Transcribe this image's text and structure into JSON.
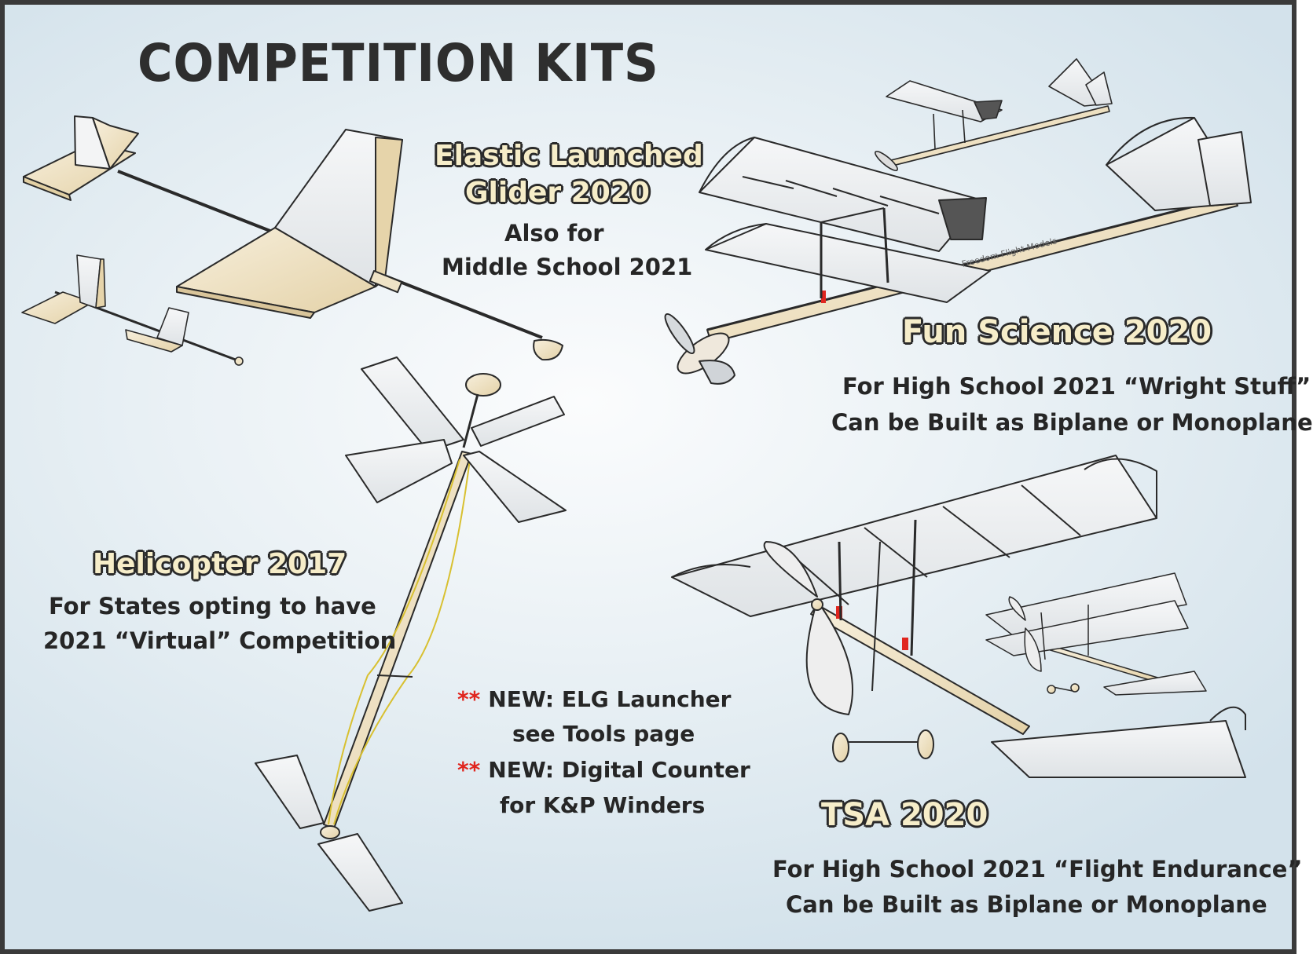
{
  "page": {
    "title": "COMPETITION KITS",
    "colors": {
      "frame": "#3a3a3a",
      "balsa": "#efe3c6",
      "tissue": "#f2f4f5",
      "outline": "#2a2a2a",
      "title_fill": "#f6edc9",
      "accent_red": "#e0261f",
      "rubber": "#d8c030"
    }
  },
  "kits": {
    "elg": {
      "title_line1": "Elastic Launched",
      "title_line2": "Glider 2020",
      "desc_line1": "Also for",
      "desc_line2": "Middle School 2021"
    },
    "fun_science": {
      "title": "Fun Science 2020",
      "desc_line1": "For High School 2021 “Wright Stuff”",
      "desc_line2": "Can be Built as Biplane or Monoplane",
      "fuselage_label": "Freedom Flight Models"
    },
    "helicopter": {
      "title": "Helicopter 2017",
      "desc_line1": "For States opting to have",
      "desc_line2": "2021 “Virtual” Competition"
    },
    "tsa": {
      "title": "TSA 2020",
      "desc_line1": "For High School 2021 “Flight Endurance”",
      "desc_line2": "Can be Built as Biplane or Monoplane"
    }
  },
  "notes": {
    "marker": "**",
    "note1_line1": "NEW: ELG Launcher",
    "note1_line2": "see Tools page",
    "note2_line1": "NEW: Digital Counter",
    "note2_line2": "for K&P Winders"
  }
}
